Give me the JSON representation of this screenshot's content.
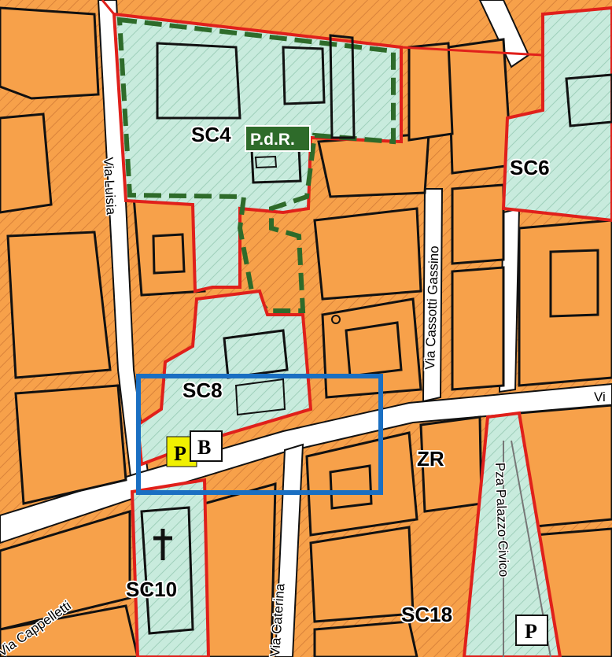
{
  "zones": {
    "sc4": "SC4",
    "sc6": "SC6",
    "sc8": "SC8",
    "sc10": "SC10",
    "sc18": "SC18",
    "zr": "ZR"
  },
  "plan_badge": "P.d.R.",
  "streets": {
    "via_luisia": "Via Luisia",
    "via_cassotti_gassino": "Via Cassotti Gassino",
    "via_caterina": "Via Caterina",
    "pza_palazzo_civico": "Pza Palazzo Civico",
    "via_right": "Vi",
    "via_left_edge": "Via Cappelletti"
  },
  "symbols": {
    "parking_yellow": "P",
    "bus_stop": "B",
    "parking_white": "P",
    "church_cross": "cross-icon"
  },
  "colors": {
    "built_fill": "#F7A14A",
    "green_fill": "#C8EBDD",
    "zone_border_red": "#E0201B",
    "pdr_green": "#2E6B2A",
    "highlight_blue": "#1A6FC2",
    "parking_yellow": "#F0F000",
    "road": "#ffffff",
    "building_outline": "#111111"
  }
}
